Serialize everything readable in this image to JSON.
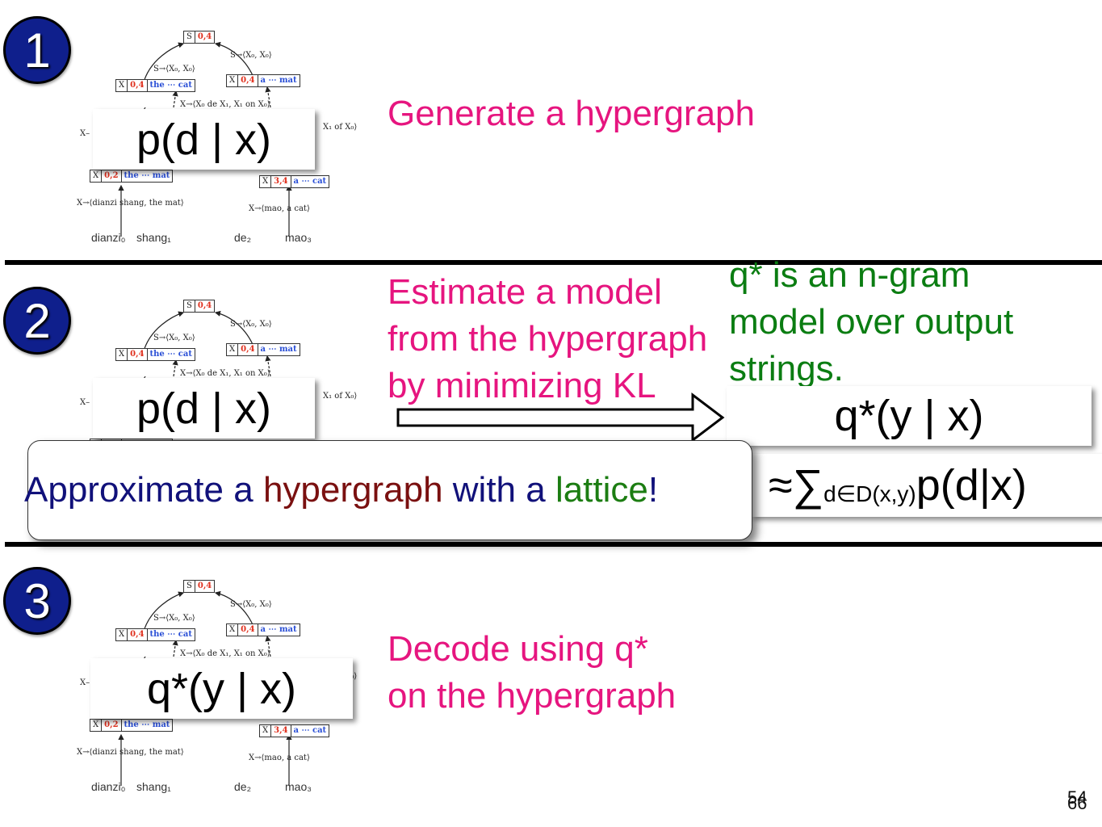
{
  "steps": [
    "1",
    "2",
    "3"
  ],
  "hypergraph": {
    "root": {
      "sym": "S",
      "span": "0,4"
    },
    "rule_s_left": "S→⟨X₀, X₀⟩",
    "rule_s_right": "S→⟨X₀, X₀⟩",
    "node_left": {
      "sym": "X",
      "span": "0,4",
      "str": "the ⋯ cat"
    },
    "node_right": {
      "sym": "X",
      "span": "0,4",
      "str": "a ⋯ mat"
    },
    "rule_mid": "X→⟨X₀ de X₁, X₁ on X₀⟩",
    "rule_of": "X₁ of X₀⟩",
    "rule_x_prefix": "X–",
    "node_bl": {
      "sym": "X",
      "span": "0,2",
      "str": "the ⋯ mat"
    },
    "node_br": {
      "sym": "X",
      "span": "3,4",
      "str": "a ⋯ cat"
    },
    "rule_bl": "X→⟨dianzi shang, the mat⟩",
    "rule_br": "X→⟨mao, a cat⟩",
    "words": [
      "dianzi₀",
      "shang₁",
      "de₂",
      "mao₃"
    ]
  },
  "formulas": {
    "step1": "p(d | x)",
    "step2": "p(d | x)",
    "step2_q": "q*(y | x)",
    "approx_prefix": "≈∑",
    "approx_sub": "d∈D(x,y)",
    "approx_suffix": " p(d|x)",
    "step3": "q*(y | x)"
  },
  "text": {
    "step1": "Generate a hypergraph",
    "step2_lines": [
      "Estimate a model",
      "from the hypergraph",
      "by minimizing KL"
    ],
    "q_note_lines": [
      "q* is an n-gram",
      "model over output",
      "strings."
    ],
    "step3_lines": [
      "Decode using q*",
      "on the hypergraph"
    ]
  },
  "callout": {
    "parts": [
      {
        "text": "Approximate a ",
        "color": "#11117a"
      },
      {
        "text": "hypergraph",
        "color": "#7a1010"
      },
      {
        "text": " with a ",
        "color": "#11117a"
      },
      {
        "text": "lattice",
        "color": "#1c7d12"
      },
      {
        "text": "!",
        "color": "#11117a"
      }
    ]
  },
  "page_numbers": [
    "54",
    "66"
  ],
  "colors": {
    "pink": "#e6157f",
    "green": "#0b7d12",
    "circle": "#0f1f8c"
  }
}
